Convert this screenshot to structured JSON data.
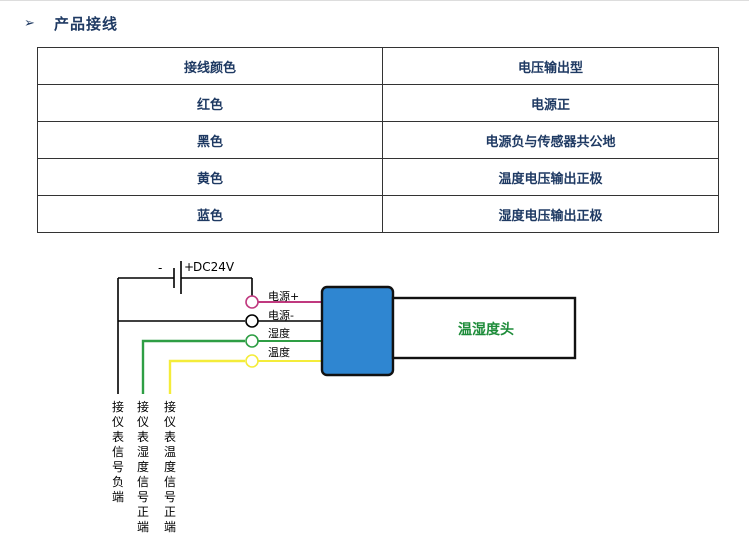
{
  "section": {
    "bullet": "➢",
    "title": "产品接线"
  },
  "table": {
    "header": [
      "接线颜色",
      "电压输出型"
    ],
    "rows": [
      [
        "红色",
        "电源正"
      ],
      [
        "黑色",
        "电源负与传感器共公地"
      ],
      [
        "黄色",
        "温度电压输出正极"
      ],
      [
        "蓝色",
        "湿度电压输出正极"
      ]
    ]
  },
  "diagram": {
    "power_minus": "-",
    "power_plus": "+",
    "power_label": "DC24V",
    "wires": [
      {
        "label": "电源+",
        "color": "#c0397f"
      },
      {
        "label": "电源-",
        "color": "#000000"
      },
      {
        "label": "湿度",
        "color": "#2e9e44"
      },
      {
        "label": "温度",
        "color": "#f4ec3a"
      }
    ],
    "sensor_body_color": "#2f86d1",
    "probe_label": "温湿度头",
    "probe_label_color": "#1e8c3a",
    "instrument_labels": [
      "接仪表信号负端",
      "接仪表湿度信号正端",
      "接仪表温度信号正端"
    ]
  }
}
